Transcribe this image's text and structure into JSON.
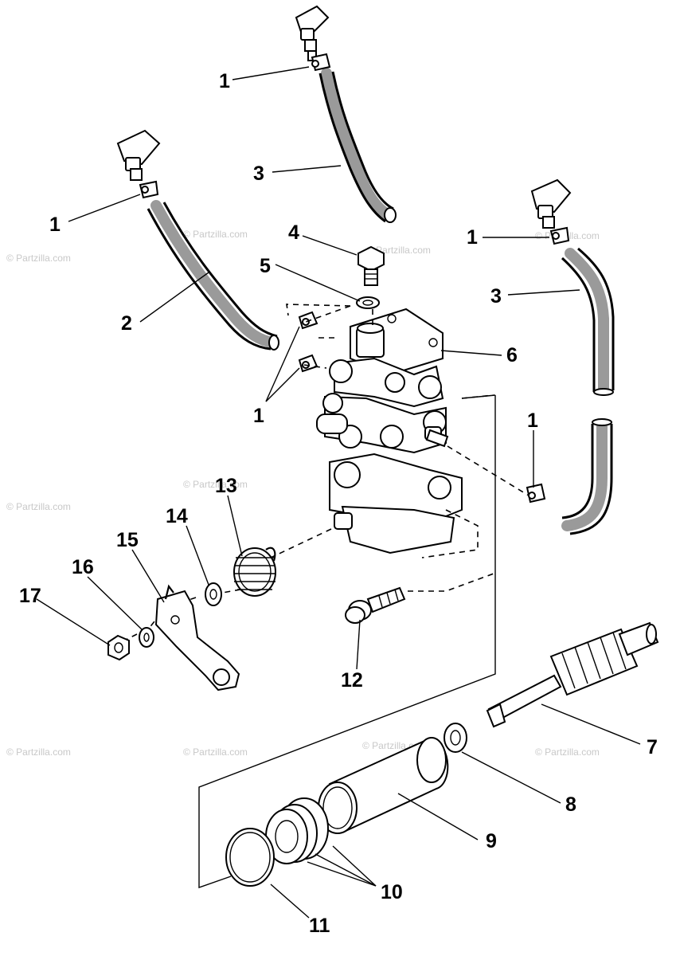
{
  "watermark": "© Partzilla.com",
  "callouts": {
    "n1": "1",
    "n2": "2",
    "n3": "3",
    "n4": "4",
    "n5": "5",
    "n6": "6",
    "n7": "7",
    "n8": "8",
    "n9": "9",
    "n10": "10",
    "n11": "11",
    "n12": "12",
    "n13": "13",
    "n14": "14",
    "n15": "15",
    "n16": "16",
    "n17": "17"
  }
}
